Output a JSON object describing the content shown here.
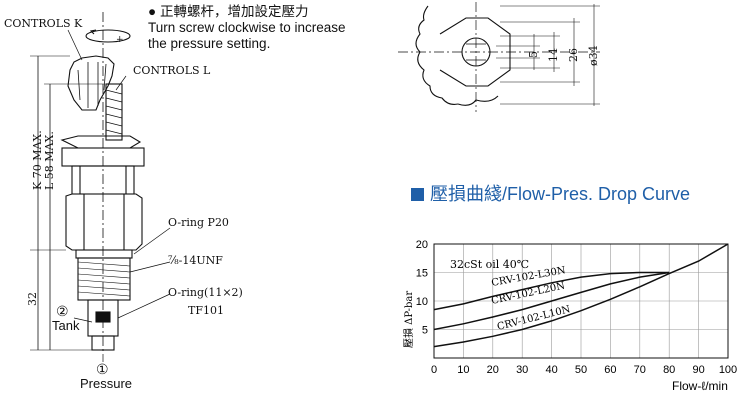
{
  "note": {
    "line1": "正轉螺杆，增加設定壓力",
    "line2": "Turn screw clockwise to increase",
    "line3": "the pressure setting."
  },
  "valve_labels": {
    "controls_k": "CONTROLS K",
    "controls_l": "CONTROLS L",
    "k_max": "K 70 MAX.",
    "l_max": "L 58 MAX.",
    "dim_32": "32",
    "oring_p20": "O-ring P20",
    "thread": "⅞-14UNF",
    "oring_11x2": "O-ring(11×2)",
    "tf101": "TF101",
    "port2_num": "②",
    "port2_name": "Tank",
    "port1_num": "①",
    "port1_name": "Pressure",
    "rotation_sign": "+"
  },
  "top_view": {
    "dims": [
      "5",
      "14",
      "26",
      "ø34"
    ]
  },
  "chart_title": "壓損曲綫/Flow-Pres. Drop Curve",
  "chart_data": {
    "type": "line",
    "title": "壓損曲綫/Flow-Pres. Drop Curve",
    "ylabel": "壓損 ΔP-bar",
    "xlabel": "Flow-ℓ/min",
    "annotation": "32cSt oil 40℃",
    "xlim": [
      0,
      100
    ],
    "ylim": [
      0,
      20
    ],
    "x_ticks": [
      0,
      10,
      20,
      30,
      40,
      50,
      60,
      70,
      80,
      90,
      100
    ],
    "y_ticks": [
      5,
      10,
      15,
      20
    ],
    "grid": true,
    "series": [
      {
        "name": "CRV-102-L30N",
        "x": [
          0,
          10,
          20,
          30,
          40,
          50,
          60,
          70,
          80
        ],
        "y": [
          8.5,
          9.5,
          10.8,
          12.0,
          13.2,
          14.2,
          14.8,
          15.0,
          15.0
        ]
      },
      {
        "name": "CRV-102-L20N",
        "x": [
          0,
          10,
          20,
          30,
          40,
          50,
          60,
          70,
          80
        ],
        "y": [
          5.0,
          6.0,
          7.2,
          8.5,
          10.0,
          11.5,
          13.0,
          14.2,
          15.0
        ]
      },
      {
        "name": "CRV-102-L10N",
        "x": [
          0,
          10,
          20,
          30,
          40,
          50,
          60,
          70,
          80,
          90,
          100
        ],
        "y": [
          2.0,
          2.8,
          3.8,
          5.0,
          6.5,
          8.3,
          10.3,
          12.5,
          14.8,
          17.0,
          20.0
        ]
      }
    ]
  }
}
